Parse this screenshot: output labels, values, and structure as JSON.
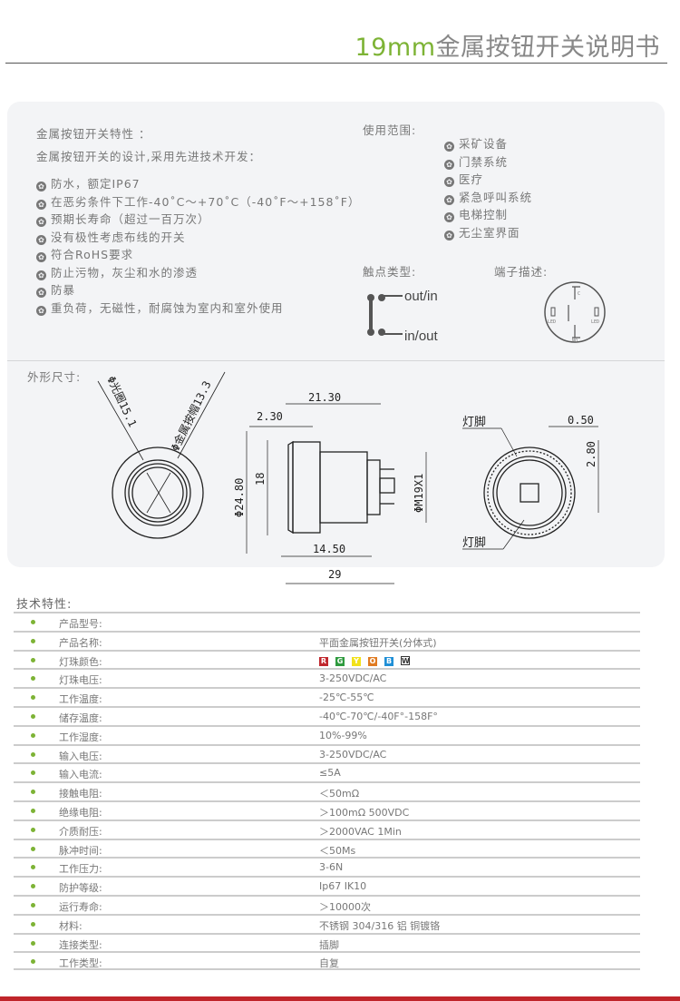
{
  "header": {
    "title_size": "19mm",
    "title_rest": "金属按钮开关说明书"
  },
  "features": {
    "heading": "金属按钮开关特性 ：",
    "intro": "金属按钮开关的设计,采用先进技术开发：",
    "items": [
      "防水，额定IP67",
      "在恶劣条件下工作-40˚C～+70˚C（-40˚F～+158˚F）",
      "预期长寿命（超过一百万次）",
      "没有极性考虑布线的开关",
      "符合RoHS要求",
      "防止污物，灰尘和水的渗透",
      "防暴",
      "重负荷，无磁性，耐腐蚀为室内和室外使用"
    ]
  },
  "applications": {
    "heading": "使用范围:",
    "items": [
      "采矿设备",
      "门禁系统",
      "医疗",
      "紧急呼叫系统",
      "电梯控制",
      "无尘室界面"
    ]
  },
  "contact": {
    "heading": "触点类型:",
    "top": "out/in",
    "bottom": "in/out"
  },
  "terminal": {
    "heading": "端子描述:",
    "c": "C",
    "led_left": "LED",
    "led_right": "LED",
    "no": "NO"
  },
  "dimensions": {
    "heading": "外形尺寸:",
    "ring": "Φ光圈15.1",
    "cap": "Φ金属按帽13.3",
    "d1": "21.30",
    "d2": "2.30",
    "d3": "Φ24.80",
    "d4": "18",
    "d5": "ΦM19X1",
    "d6": "14.50",
    "d7": "29",
    "d8": "0.50",
    "d9": "2.80",
    "lamp_pin_top": "灯脚",
    "lamp_pin_bottom": "灯脚"
  },
  "specs": {
    "heading": "技术特性:",
    "rows": [
      {
        "label": "产品型号:",
        "value": ""
      },
      {
        "label": "产品名称:",
        "value": "平面金属按钮开关(分体式)"
      },
      {
        "label": "灯珠颜色:",
        "value": ""
      },
      {
        "label": "灯珠电压:",
        "value": "3-250VDC/AC"
      },
      {
        "label": "工作温度:",
        "value": "-25℃-55℃"
      },
      {
        "label": "储存温度:",
        "value": "-40℃-70℃/-40F°-158F°"
      },
      {
        "label": "工作湿度:",
        "value": "10%-99%"
      },
      {
        "label": "输入电压:",
        "value": "3-250VDC/AC"
      },
      {
        "label": "输入电流:",
        "value": "≤5A"
      },
      {
        "label": "接触电阻:",
        "value": "＜50mΩ"
      },
      {
        "label": "绝缘电阻:",
        "value": "＞100mΩ  500VDC"
      },
      {
        "label": "介质耐压:",
        "value": "＞2000VAC  1Min"
      },
      {
        "label": "脉冲时间:",
        "value": "＜50Ms"
      },
      {
        "label": "工作压力:",
        "value": "3-6N"
      },
      {
        "label": "防护等级:",
        "value": "Ip67 IK10"
      },
      {
        "label": "运行寿命:",
        "value": "＞10000次"
      },
      {
        "label": "材料:",
        "value": "不锈钢 304/316  铝  铜镀铬"
      },
      {
        "label": "连接类型:",
        "value": "插脚"
      },
      {
        "label": "工作类型:",
        "value": "自复"
      }
    ],
    "led_colors": [
      {
        "letter": "R",
        "color": "#c0272d"
      },
      {
        "letter": "G",
        "color": "#2e9a3e"
      },
      {
        "letter": "Y",
        "color": "#f2e21a"
      },
      {
        "letter": "O",
        "color": "#e07b22"
      },
      {
        "letter": "B",
        "color": "#1f8fd6"
      },
      {
        "letter": "W",
        "color": "#ffffff"
      }
    ]
  },
  "colors": {
    "accent": "#7db335",
    "footer": "#c0252a"
  }
}
